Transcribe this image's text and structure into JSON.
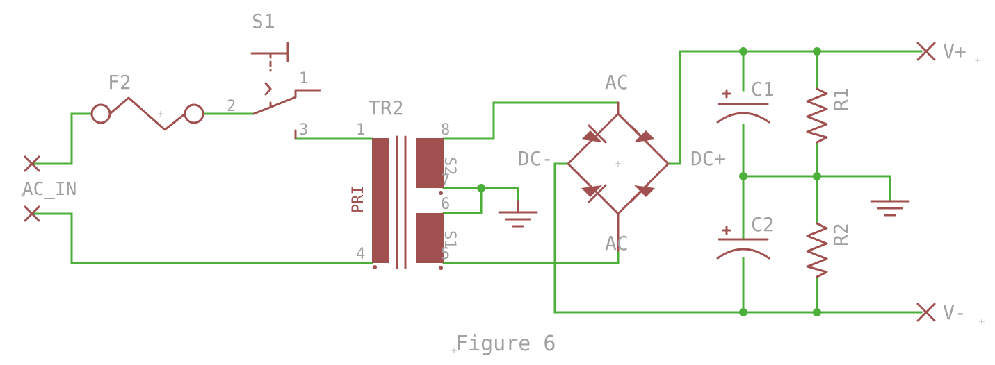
{
  "colors": {
    "wire": "#4caf3a",
    "symbol": "#a0504e",
    "label": "#a0a0a0",
    "background": "#ffffff"
  },
  "caption": "Figure 6",
  "parts": {
    "S1": "S1",
    "F2": "F2",
    "TR2": "TR2",
    "C1": "C1",
    "C2": "C2",
    "R1": "R1",
    "R2": "R2",
    "AC_IN": "AC_IN",
    "V_plus": "V+",
    "V_minus": "V-",
    "bridge_ac_top": "AC",
    "bridge_ac_bottom": "AC",
    "bridge_dc_minus": "DC-",
    "bridge_dc_plus": "DC+",
    "pri": "PRI",
    "s1_winding": "S1",
    "s2_winding": "S2"
  },
  "pins": {
    "p1": "1",
    "p2": "2",
    "p3": "3",
    "t1": "1",
    "t4": "4",
    "t5": "5",
    "t6": "6",
    "t7": "7",
    "t8": "8"
  }
}
